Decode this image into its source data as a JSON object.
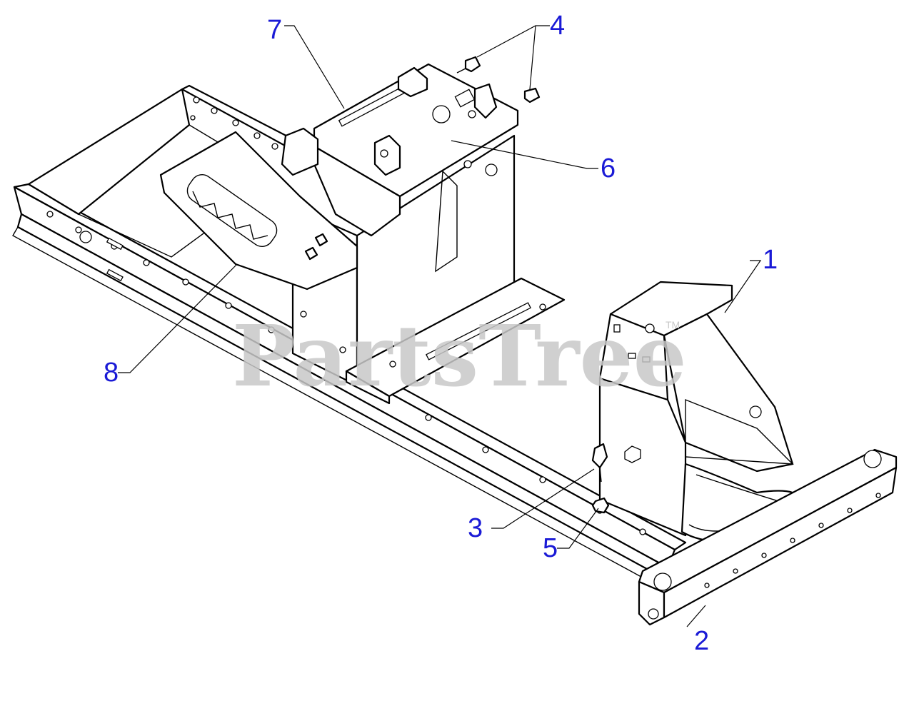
{
  "watermark": {
    "text": "PartsTree",
    "trademark": "TM"
  },
  "callouts": [
    {
      "id": "1",
      "label": "1",
      "part": "front-frame-bracket"
    },
    {
      "id": "2",
      "label": "2",
      "part": "front-axle-crossmember"
    },
    {
      "id": "3",
      "label": "3",
      "part": "bolt"
    },
    {
      "id": "4",
      "label": "4",
      "part": "screws"
    },
    {
      "id": "5",
      "label": "5",
      "part": "nut"
    },
    {
      "id": "6",
      "label": "6",
      "part": "hitch-bolt"
    },
    {
      "id": "7",
      "label": "7",
      "part": "seat-plate-slot"
    },
    {
      "id": "8",
      "label": "8",
      "part": "fender-shift-panel"
    }
  ],
  "colors": {
    "callout": "#1a1ad6",
    "watermark": "#c8c8c8",
    "line": "#000000"
  }
}
